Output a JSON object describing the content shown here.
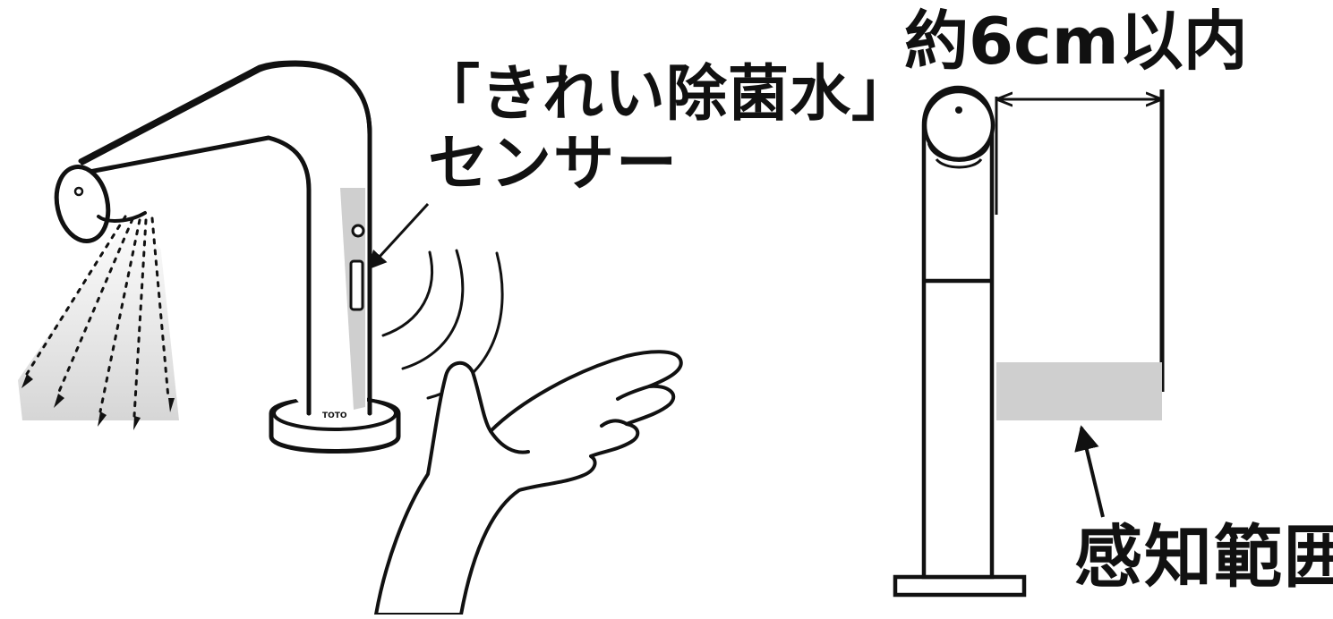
{
  "labels": {
    "sensor_line1": "「きれい除菌水」",
    "sensor_line2": "センサー",
    "distance": "約6cm以内",
    "detection_range": "感知範囲"
  },
  "colors": {
    "ink": "#111111",
    "detection_zone": "#cfcfcf",
    "spray_shade": "#d9d9d9"
  },
  "icons": {
    "faucet": "faucet-illustration",
    "hand": "hand-illustration",
    "waves": "sensor-wave-icon",
    "spray": "water-spray-icon"
  }
}
